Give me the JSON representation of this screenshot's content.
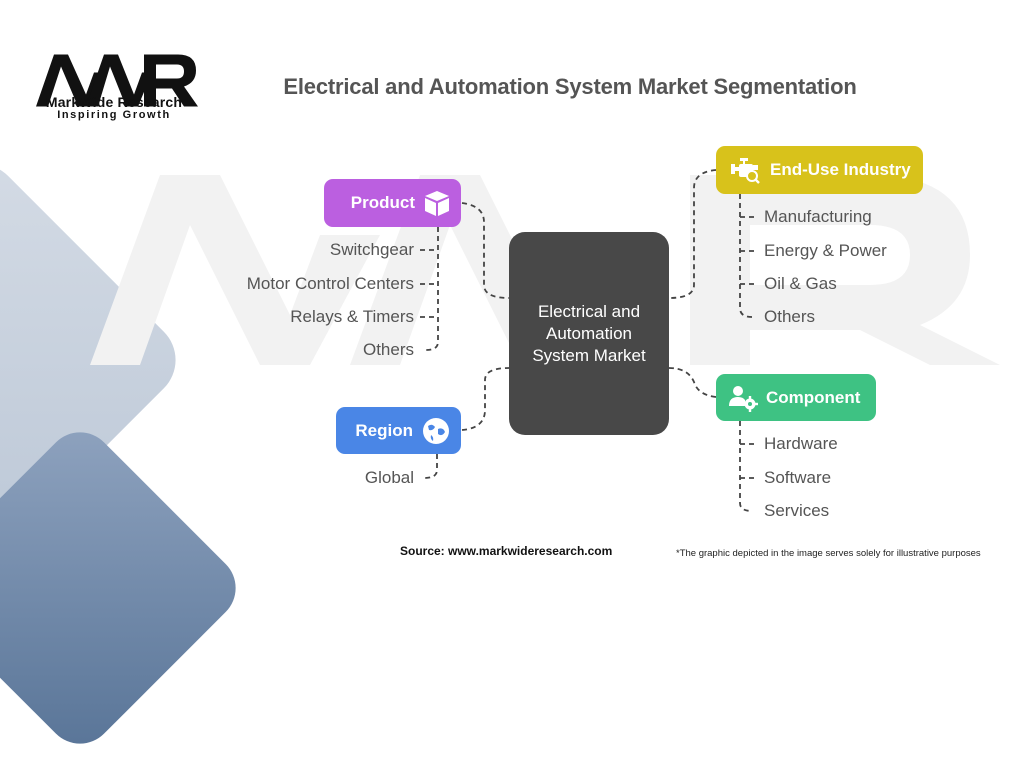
{
  "logo": {
    "mark": "MWR",
    "name": "MarkWide Research",
    "tagline": "Inspiring Growth"
  },
  "title": "Electrical and Automation System Market Segmentation",
  "center": {
    "label": "Electrical and Automation System Market",
    "color": "#484848"
  },
  "segments": {
    "product": {
      "label": "Product",
      "icon": "box-icon",
      "color": "#bb5fe0",
      "items": [
        "Switchgear",
        "Motor Control Centers",
        "Relays & Timers",
        "Others"
      ]
    },
    "region": {
      "label": "Region",
      "icon": "globe-icon",
      "color": "#4a86e6",
      "items": [
        "Global"
      ]
    },
    "end_use": {
      "label": "End-Use Industry",
      "icon": "engine-search-icon",
      "color": "#d8c21b",
      "items": [
        "Manufacturing",
        "Energy & Power",
        "Oil & Gas",
        "Others"
      ]
    },
    "component": {
      "label": "Component",
      "icon": "user-gear-icon",
      "color": "#3ec283",
      "items": [
        "Hardware",
        "Software",
        "Services"
      ]
    }
  },
  "footer": {
    "source": "Source: www.markwideresearch.com",
    "note": "*The graphic depicted in the image serves solely for illustrative purposes"
  }
}
